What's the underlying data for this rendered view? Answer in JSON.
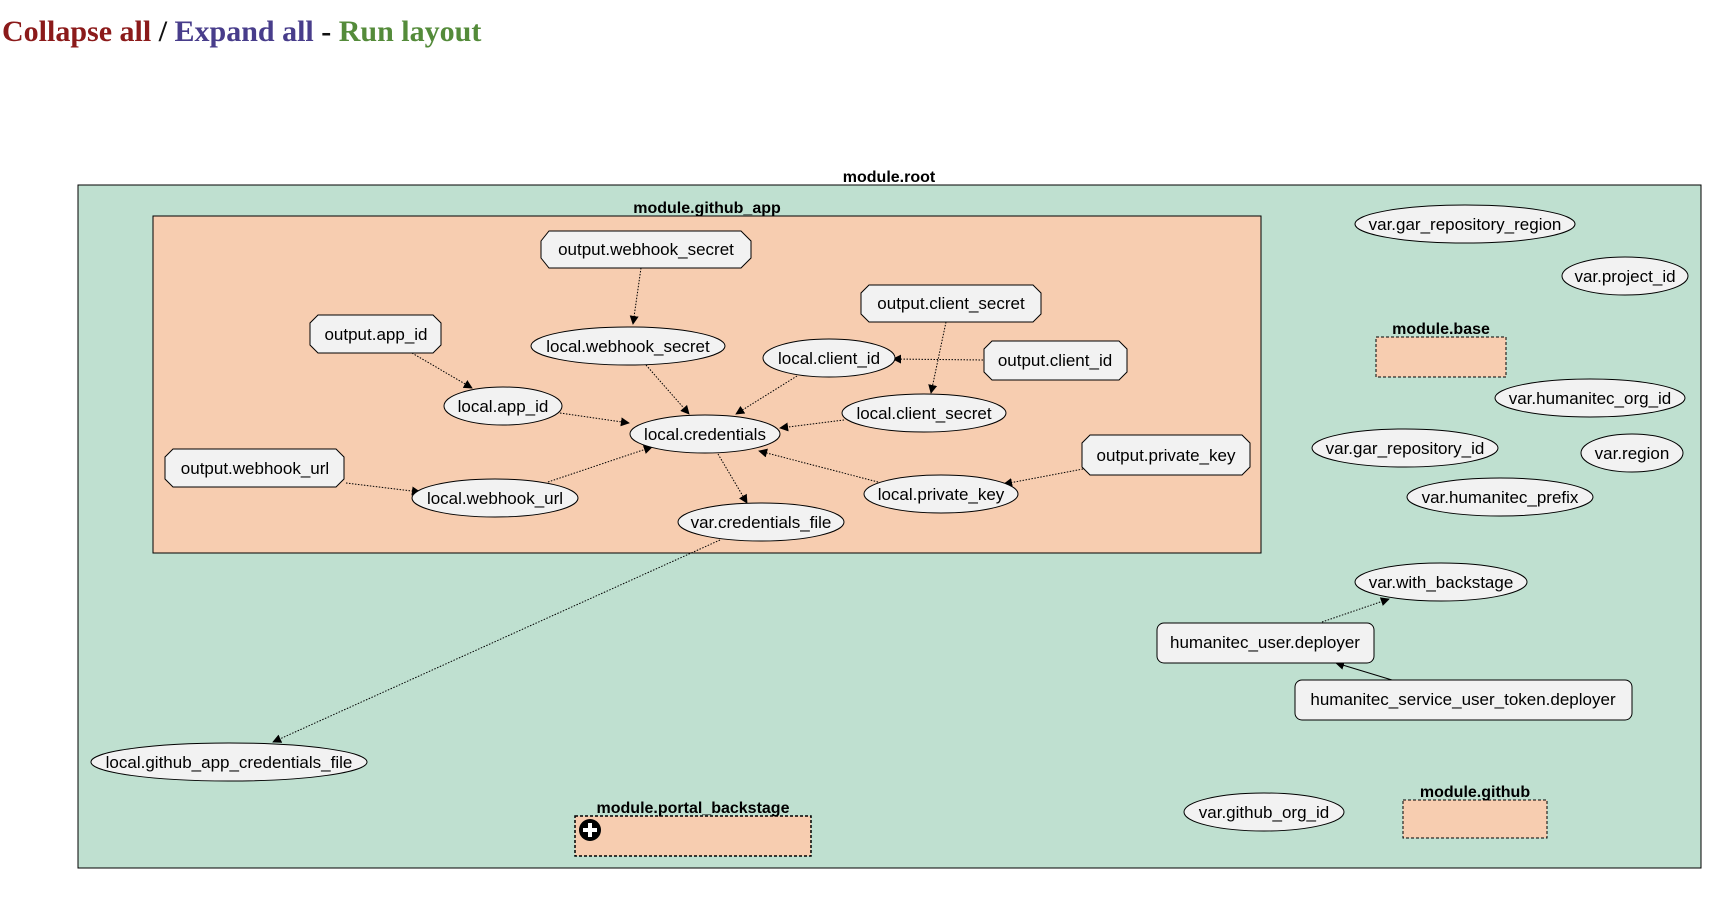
{
  "toolbar": {
    "collapse_label": "Collapse all",
    "separator1": " / ",
    "expand_label": "Expand all",
    "separator2": " - ",
    "run_label": "Run layout",
    "collapse_color": "#8b1a1a",
    "expand_color": "#483d8b",
    "run_color": "#548b3a"
  },
  "diagram": {
    "colors": {
      "root_fill": "#bfe0d0",
      "module_fill": "#f7cdb0",
      "node_fill": "#f2f2f2",
      "stroke": "#000000"
    },
    "clusters": {
      "root": "module.root",
      "github_app": "module.github_app",
      "base": "module.base",
      "portal_backstage": "module.portal_backstage",
      "github": "module.github"
    },
    "nodes": {
      "output_webhook_secret": "output.webhook_secret",
      "output_client_secret": "output.client_secret",
      "output_app_id": "output.app_id",
      "local_webhook_secret": "local.webhook_secret",
      "local_client_id": "local.client_id",
      "output_client_id": "output.client_id",
      "local_app_id": "local.app_id",
      "local_client_secret": "local.client_secret",
      "local_credentials": "local.credentials",
      "output_private_key": "output.private_key",
      "output_webhook_url": "output.webhook_url",
      "local_private_key": "local.private_key",
      "local_webhook_url": "local.webhook_url",
      "var_credentials_file": "var.credentials_file",
      "local_github_app_credentials_file": "local.github_app_credentials_file",
      "var_gar_repository_region": "var.gar_repository_region",
      "var_project_id": "var.project_id",
      "var_humanitec_org_id": "var.humanitec_org_id",
      "var_gar_repository_id": "var.gar_repository_id",
      "var_region": "var.region",
      "var_humanitec_prefix": "var.humanitec_prefix",
      "var_with_backstage": "var.with_backstage",
      "humanitec_user_deployer": "humanitec_user.deployer",
      "humanitec_service_user_token_deployer": "humanitec_service_user_token.deployer",
      "var_github_org_id": "var.github_org_id"
    },
    "edges": [
      {
        "from": "output.webhook_secret",
        "to": "local.webhook_secret"
      },
      {
        "from": "output.client_secret",
        "to": "local.client_secret"
      },
      {
        "from": "output.app_id",
        "to": "local.app_id"
      },
      {
        "from": "output.client_id",
        "to": "local.client_id"
      },
      {
        "from": "local.webhook_secret",
        "to": "local.credentials"
      },
      {
        "from": "local.client_id",
        "to": "local.credentials"
      },
      {
        "from": "local.app_id",
        "to": "local.credentials"
      },
      {
        "from": "local.client_secret",
        "to": "local.credentials"
      },
      {
        "from": "local.webhook_url",
        "to": "local.credentials"
      },
      {
        "from": "local.private_key",
        "to": "local.credentials"
      },
      {
        "from": "output.webhook_url",
        "to": "local.webhook_url"
      },
      {
        "from": "output.private_key",
        "to": "local.private_key"
      },
      {
        "from": "local.credentials",
        "to": "var.credentials_file"
      },
      {
        "from": "var.credentials_file",
        "to": "local.github_app_credentials_file"
      },
      {
        "from": "humanitec_user.deployer",
        "to": "var.with_backstage"
      },
      {
        "from": "humanitec_service_user_token.deployer",
        "to": "humanitec_user.deployer"
      }
    ]
  }
}
